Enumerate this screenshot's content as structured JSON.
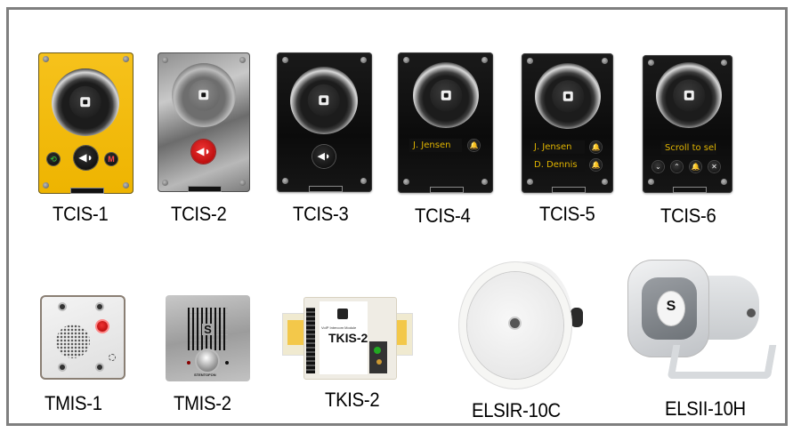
{
  "title": "Product overview",
  "colors": {
    "frame_border": "#7f7f7f",
    "tcis1_panel": "#f2bb10",
    "lcd_text": "#e0b400",
    "call_button_red": "#cc1e1e"
  },
  "top_row": [
    {
      "id": "tcis-1",
      "label": "TCIS-1",
      "finish": "yellow",
      "buttons": [
        "phone-icon",
        "call-icon",
        "M"
      ]
    },
    {
      "id": "tcis-2",
      "label": "TCIS-2",
      "finish": "stainless-steel",
      "buttons": [
        "call-icon"
      ]
    },
    {
      "id": "tcis-3",
      "label": "TCIS-3",
      "finish": "black",
      "buttons": [
        "call-icon"
      ]
    },
    {
      "id": "tcis-4",
      "label": "TCIS-4",
      "finish": "black",
      "display": [
        "J. Jensen"
      ],
      "buttons": [
        "bell-icon"
      ]
    },
    {
      "id": "tcis-5",
      "label": "TCIS-5",
      "finish": "black",
      "display": [
        "J. Jensen",
        "D. Dennis"
      ],
      "buttons": [
        "bell-icon",
        "bell-icon"
      ]
    },
    {
      "id": "tcis-6",
      "label": "TCIS-6",
      "finish": "black",
      "display": [
        "Scroll to selec"
      ],
      "buttons": [
        "chevron-down-icon",
        "chevron-up-icon",
        "bell-icon",
        "close-icon"
      ]
    }
  ],
  "bottom_row": [
    {
      "id": "tmis-1",
      "label": "TMIS-1",
      "type": "flush-mount intercom"
    },
    {
      "id": "tmis-2",
      "label": "TMIS-2",
      "type": "flush-mount intercom",
      "brand_text": "STENTOFON"
    },
    {
      "id": "tkis-2",
      "label": "TKIS-2",
      "type": "intercom module",
      "module_title": "TKIS-2",
      "module_subtitle": "VoIP Intercom Module"
    },
    {
      "id": "elsir-10c",
      "label": "ELSIR-10C",
      "type": "ceiling speaker"
    },
    {
      "id": "elsii-10h",
      "label": "ELSII-10H",
      "type": "horn speaker"
    }
  ]
}
